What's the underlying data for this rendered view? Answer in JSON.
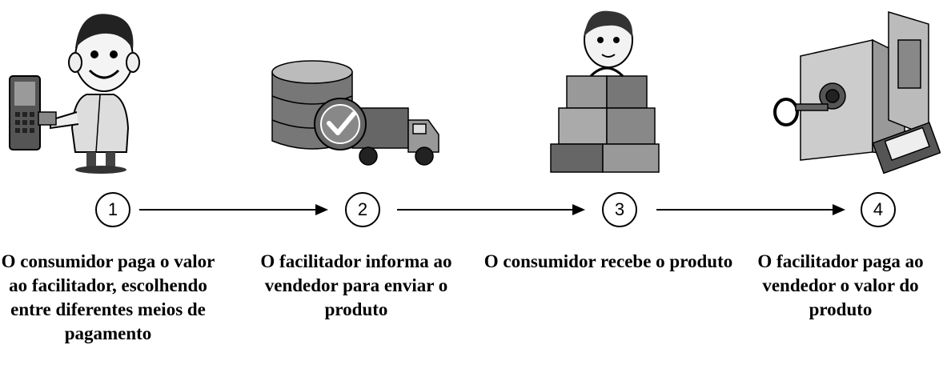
{
  "steps": [
    {
      "number": "1",
      "caption": "O consumidor paga o valor ao facilitador, escolhendo entre diferentes meios de pagamento",
      "icon": "consumer-paying-icon"
    },
    {
      "number": "2",
      "caption": "O facilitador informa ao vendedor para enviar o produto",
      "icon": "database-truck-check-icon"
    },
    {
      "number": "3",
      "caption": "O consumidor recebe o produto",
      "icon": "consumer-receiving-boxes-icon"
    },
    {
      "number": "4",
      "caption": "O facilitador paga ao vendedor o valor do produto",
      "icon": "safe-money-icon"
    }
  ]
}
